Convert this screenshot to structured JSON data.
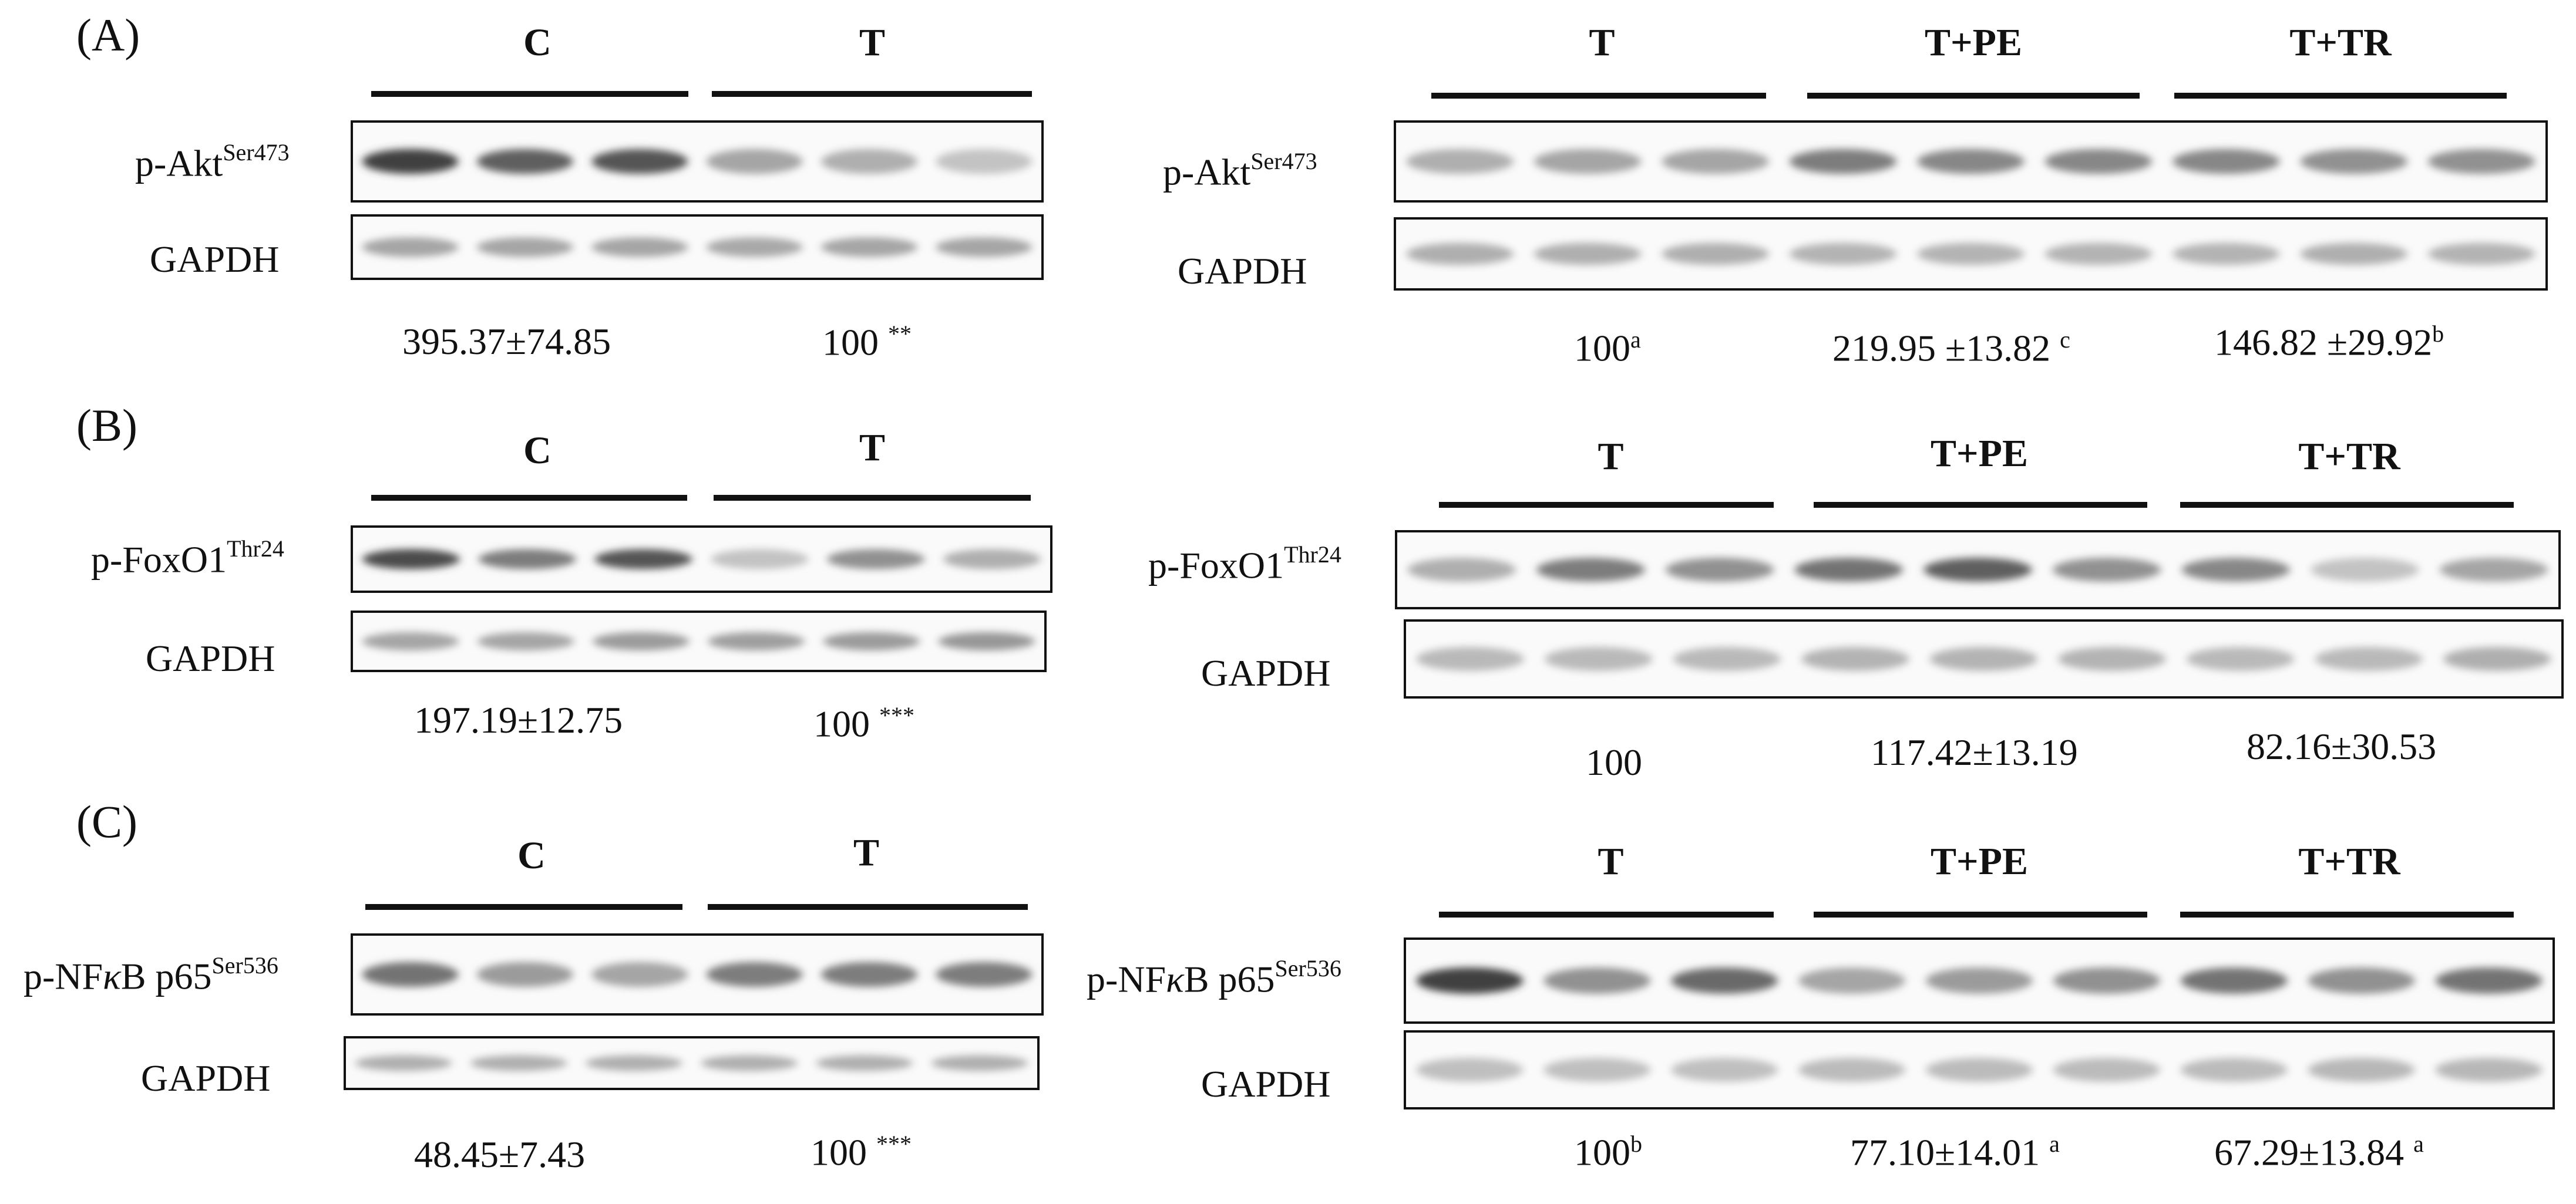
{
  "panels": {
    "A": {
      "label": "(A)"
    },
    "B": {
      "label": "(B)"
    },
    "C": {
      "label": "(C)"
    }
  },
  "groups": {
    "c": "C",
    "t": "T",
    "tpe": "T+PE",
    "ttr": "T+TR"
  },
  "rows": {
    "akt": {
      "name": "p-Akt",
      "sup": "Ser473"
    },
    "foxo": {
      "name": "p-FoxO1",
      "sup": "Thr24"
    },
    "nfkb": {
      "name_prefix": "p-NF",
      "kappa": "κ",
      "name_suffix": "B p65",
      "sup": "Ser536"
    },
    "gapdh": "GAPDH"
  },
  "values": {
    "A_left": {
      "c": "395.37±74.85",
      "t": "100",
      "t_sup": "**"
    },
    "A_right": {
      "t": "100",
      "t_sup": "a",
      "tpe": "219.95 ±13.82",
      "tpe_sup": "c",
      "ttr": "146.82 ±29.92",
      "ttr_sup": "b"
    },
    "B_left": {
      "c": "197.19±12.75",
      "t": "100",
      "t_sup": "***"
    },
    "B_right": {
      "t": "100",
      "tpe": "117.42±13.19",
      "ttr": "82.16±30.53"
    },
    "C_left": {
      "c": "48.45±7.43",
      "t": "100",
      "t_sup": "***"
    },
    "C_right": {
      "t": "100",
      "t_sup": "b",
      "tpe": "77.10±14.01",
      "tpe_sup": "a",
      "ttr": "67.29±13.84",
      "ttr_sup": "a"
    }
  },
  "band_intensity": {
    "A_left_akt": [
      0.85,
      0.7,
      0.75,
      0.35,
      0.3,
      0.2
    ],
    "A_left_gapdh": [
      0.35,
      0.35,
      0.35,
      0.33,
      0.35,
      0.35
    ],
    "A_right_akt": [
      0.3,
      0.35,
      0.35,
      0.55,
      0.5,
      0.5,
      0.5,
      0.45,
      0.45
    ],
    "A_right_gapdh": [
      0.3,
      0.3,
      0.3,
      0.28,
      0.28,
      0.28,
      0.28,
      0.3,
      0.28
    ],
    "B_left_foxo": [
      0.8,
      0.55,
      0.75,
      0.2,
      0.45,
      0.3
    ],
    "B_left_gapdh": [
      0.35,
      0.35,
      0.4,
      0.38,
      0.4,
      0.42
    ],
    "B_right_foxo": [
      0.3,
      0.55,
      0.45,
      0.6,
      0.7,
      0.45,
      0.5,
      0.2,
      0.35
    ],
    "B_right_gapdh": [
      0.25,
      0.25,
      0.25,
      0.28,
      0.28,
      0.28,
      0.25,
      0.25,
      0.3
    ],
    "C_left_nfkb": [
      0.6,
      0.4,
      0.35,
      0.55,
      0.55,
      0.55
    ],
    "C_left_gapdh": [
      0.3,
      0.3,
      0.3,
      0.3,
      0.3,
      0.3
    ],
    "C_right_nfkb": [
      0.85,
      0.45,
      0.65,
      0.35,
      0.4,
      0.45,
      0.6,
      0.45,
      0.6
    ],
    "C_right_gapdh": [
      0.22,
      0.22,
      0.22,
      0.24,
      0.24,
      0.24,
      0.24,
      0.26,
      0.26
    ]
  }
}
